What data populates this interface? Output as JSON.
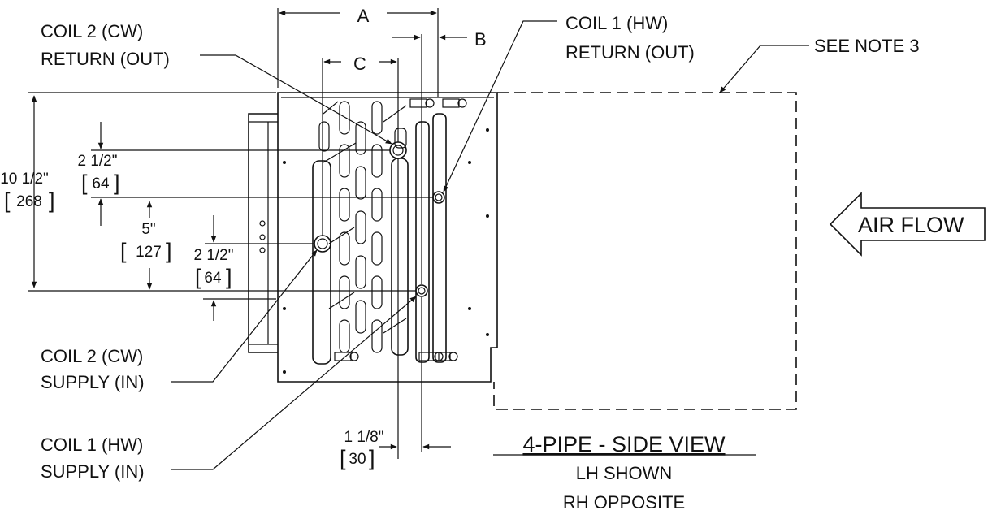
{
  "dimensions": {
    "a": "A",
    "b": "B",
    "c": "C",
    "height_in": "10 1/2\"",
    "height_mm": "268",
    "top_offset_in": "2 1/2\"",
    "top_offset_mm": "64",
    "spacing_in": "5\"",
    "spacing_mm": "127",
    "bottom_offset_in": "2 1/2\"",
    "bottom_offset_mm": "64",
    "pipe_gap_in": "1 1/8\"",
    "pipe_gap_mm": "30"
  },
  "callouts": {
    "coil2_return_line1": "COIL 2 (CW)",
    "coil2_return_line2": "RETURN (OUT)",
    "coil1_return_line1": "COIL 1 (HW)",
    "coil1_return_line2": "RETURN (OUT)",
    "see_note": "SEE NOTE 3",
    "coil2_supply_line1": "COIL 2 (CW)",
    "coil2_supply_line2": "SUPPLY (IN)",
    "coil1_supply_line1": "COIL 1 (HW)",
    "coil1_supply_line2": "SUPPLY (IN)"
  },
  "airflow": {
    "label": "AIR FLOW"
  },
  "title": {
    "main": "4-PIPE - SIDE VIEW",
    "sub1": "LH SHOWN",
    "sub2": "RH OPPOSITE"
  }
}
